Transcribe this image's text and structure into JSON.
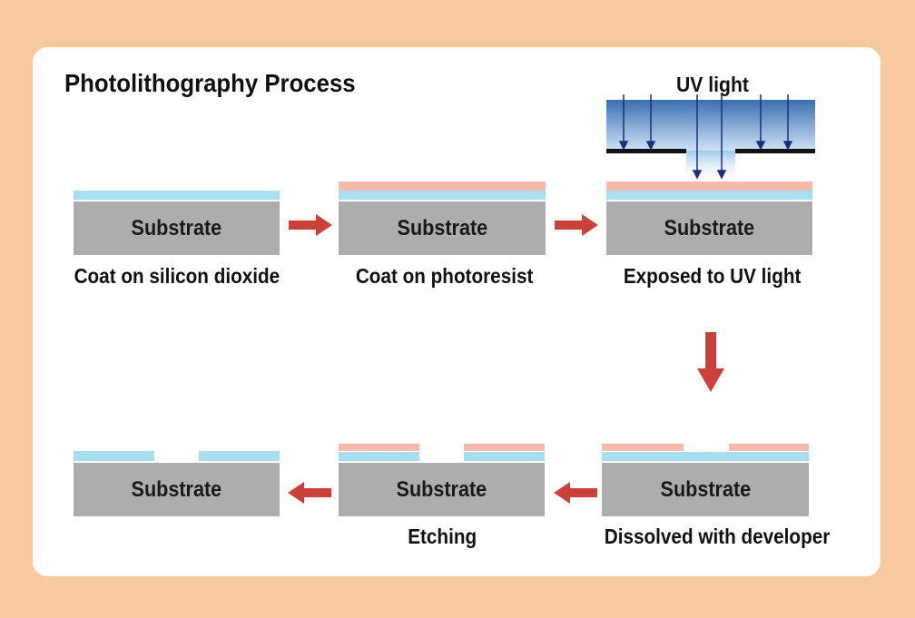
{
  "title": "Photolithography Process",
  "uv_label": "UV light",
  "substrate_label": "Substrate",
  "steps": [
    {
      "caption": "Coat on silicon dioxide"
    },
    {
      "caption": "Coat on photoresist"
    },
    {
      "caption": "Exposed to UV light"
    },
    {
      "caption": "Dissolved with developer"
    },
    {
      "caption": "Etching"
    },
    {
      "caption": ""
    }
  ],
  "colors": {
    "background": "#f7c9a0",
    "substrate": "#adadad",
    "silicon_dioxide": "#a7dff0",
    "photoresist": "#f6b9ac",
    "arrow": "#c9413a",
    "uv_light": "#3a6fb0",
    "mask": "#111111"
  }
}
